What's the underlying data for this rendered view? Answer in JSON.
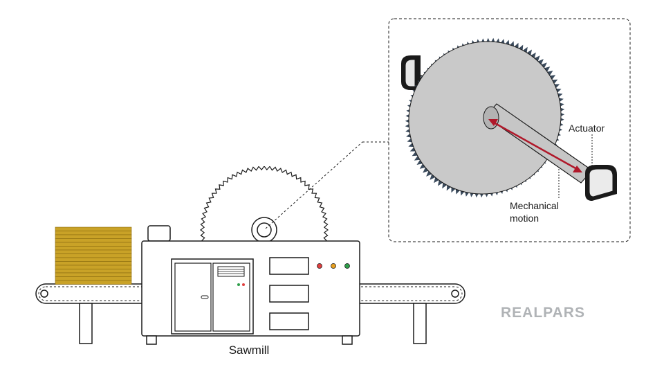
{
  "labels": {
    "sawmill": "Sawmill",
    "actuator": "Actuator",
    "mechanical_motion_line1": "Mechanical",
    "mechanical_motion_line2": "motion"
  },
  "brand": {
    "logo_text": "REALPARS"
  },
  "colors": {
    "outline": "#1a1a1a",
    "blade_gray": "#c9c9c9",
    "blade_teeth": "#3a4a5c",
    "shaft_gray": "#bdbdbd",
    "motion_arrow": "#b0182a",
    "lumber": "#c9a227",
    "indicator_red": "#e04040",
    "indicator_yellow": "#e8a020",
    "indicator_green": "#2e9e4a",
    "logo_gray": "#b0b3b6"
  }
}
